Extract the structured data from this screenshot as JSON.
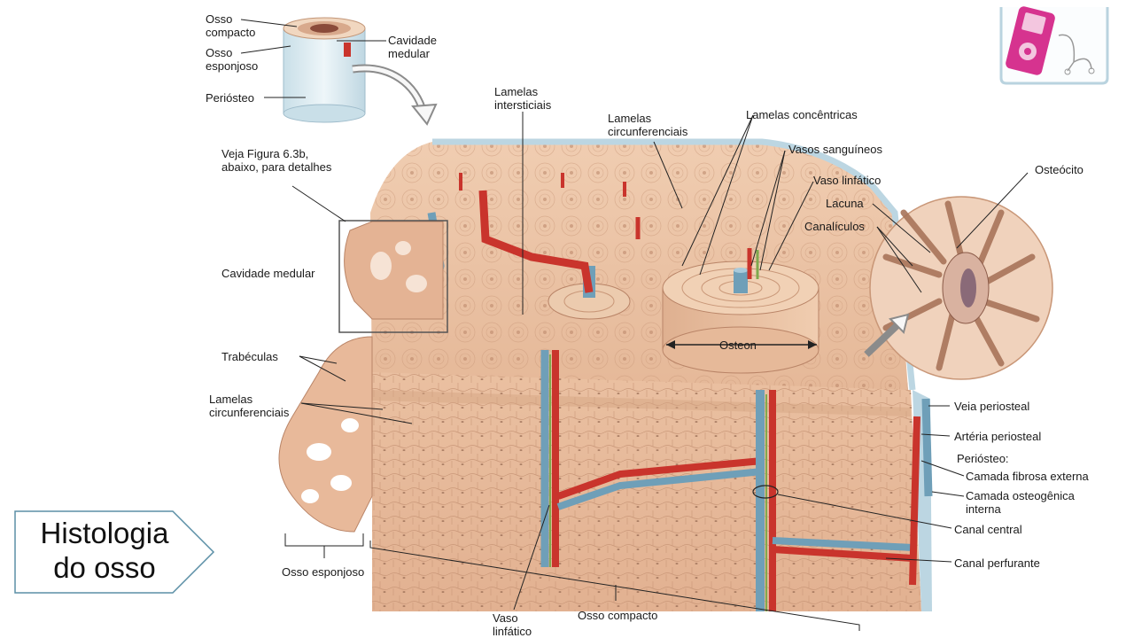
{
  "slide": {
    "title": "Histologia\ndo osso"
  },
  "labels": {
    "osso_compacto_top": "Osso\ncompacto",
    "osso_esponjoso_top": "Osso\nesponjoso",
    "periosteo_top": "Periósteo",
    "cavidade_medular_top": "Cavidade\nmedular",
    "lamelas_intersticiais": "Lamelas\nintersticiais",
    "lamelas_circunferenciais_top": "Lamelas\ncircunferenciais",
    "lamelas_concentricas": "Lamelas concêntricas",
    "vasos_sanguineos": "Vasos sanguíneos",
    "vaso_linfatico_top": "Vaso linfático",
    "osteocito": "Osteócito",
    "lacuna": "Lacuna",
    "canaliculos": "Canalículos",
    "veja_figura": "Veja Figura 6.3b,\nabaixo, para detalhes",
    "cavidade_medular": "Cavidade medular",
    "trabeculas": "Trabéculas",
    "lamelas_circunferenciais_left": "Lamelas\ncircunferenciais",
    "osteon": "Osteon",
    "veia_periosteal": "Veia periosteal",
    "arteria_periosteal": "Artéria periosteal",
    "periosteo_heading": "Periósteo:",
    "camada_fibrosa": "Camada fibrosa externa",
    "camada_osteogenica": "Camada osteogênica\ninterna",
    "canal_central": "Canal central",
    "canal_perfurante": "Canal perfurante",
    "osso_esponjoso_bottom": "Osso esponjoso",
    "osso_compacto_bottom": "Osso compacto",
    "vaso_linfatico_bottom": "Vaso\nlinfático"
  },
  "icon": {
    "name": "mp3-player-icon",
    "color": "#d6338f"
  },
  "colors": {
    "bone": "#edc7a8",
    "bone_dark": "#cf9b7a",
    "artery": "#c9342c",
    "vein": "#6f9fb8",
    "lymph": "#7faa4e",
    "periosteum": "#bcd6e2",
    "leader": "#222222"
  }
}
